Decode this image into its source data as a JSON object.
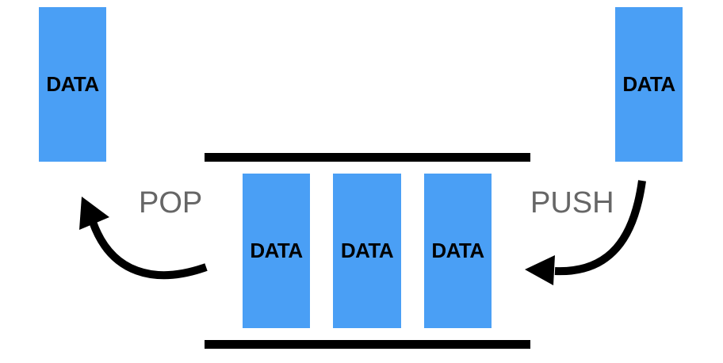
{
  "popped_block": {
    "label": "DATA"
  },
  "pushed_block": {
    "label": "DATA"
  },
  "stack": {
    "items": [
      {
        "label": "DATA"
      },
      {
        "label": "DATA"
      },
      {
        "label": "DATA"
      }
    ]
  },
  "operations": {
    "pop_label": "POP",
    "push_label": "PUSH"
  },
  "colors": {
    "block_fill": "#4a9ff5",
    "block_text": "#000000",
    "bar": "#000000",
    "arrow": "#000000",
    "operation_text": "#666666"
  }
}
